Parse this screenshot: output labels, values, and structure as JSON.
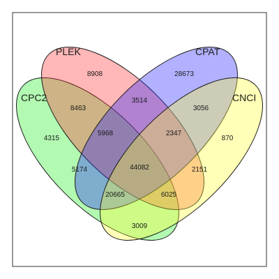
{
  "diagram": {
    "type": "venn-4-set",
    "sets": [
      {
        "key": "plek",
        "name": "PLEK",
        "color": "#ff3030"
      },
      {
        "key": "cpat",
        "name": "CPAT",
        "color": "#2020ff"
      },
      {
        "key": "cpc2",
        "name": "CPC2",
        "color": "#22ee22"
      },
      {
        "key": "cnci",
        "name": "CNCI",
        "color": "#ffff30"
      }
    ],
    "regions": {
      "plek_only": "8908",
      "cpat_only": "28673",
      "cpc2_only": "4315",
      "cnci_only": "870",
      "plek_cpat": "3514",
      "plek_cpc2": "8463",
      "cpat_cnci": "3056",
      "plek_cpat_cpc2": "5968",
      "plek_cpat_cnci": "2347",
      "all_four": "44082",
      "plek_cpc2_cnci": "5174",
      "cpat_cpc2_cnci": "2151",
      "plek_cnci": "20665",
      "cpat_cpc2": "6025",
      "cpc2_cnci": "3009"
    }
  }
}
